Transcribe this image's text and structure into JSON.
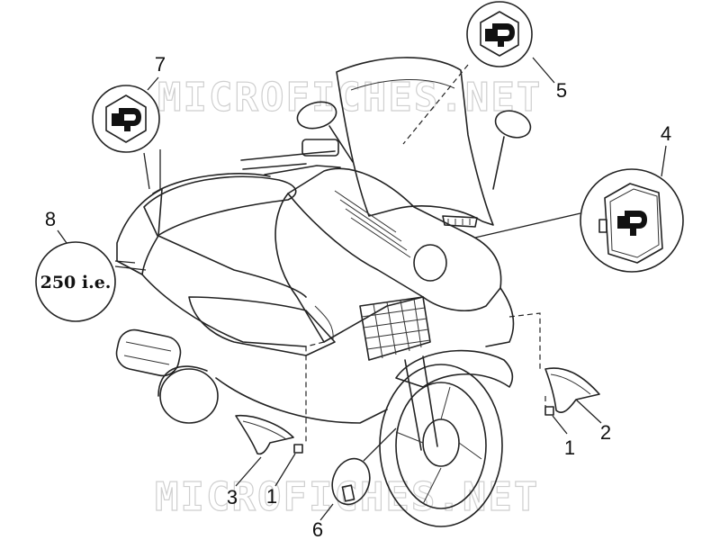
{
  "watermark": {
    "top": "MICROFICHES.NET",
    "bottom": "MICROFICHES.NET"
  },
  "callouts": {
    "c1_left": "1",
    "c1_right": "1",
    "c2": "2",
    "c3": "3",
    "c4": "4",
    "c5": "5",
    "c6": "6",
    "c7": "7",
    "c8": "8"
  },
  "badge": {
    "text": "250 i.e."
  },
  "colors": {
    "line": "#222222",
    "watermark": "#cfcfcf",
    "background": "#ffffff"
  },
  "icons": [
    "piaggio-logo-icon",
    "scooter-drawing"
  ]
}
